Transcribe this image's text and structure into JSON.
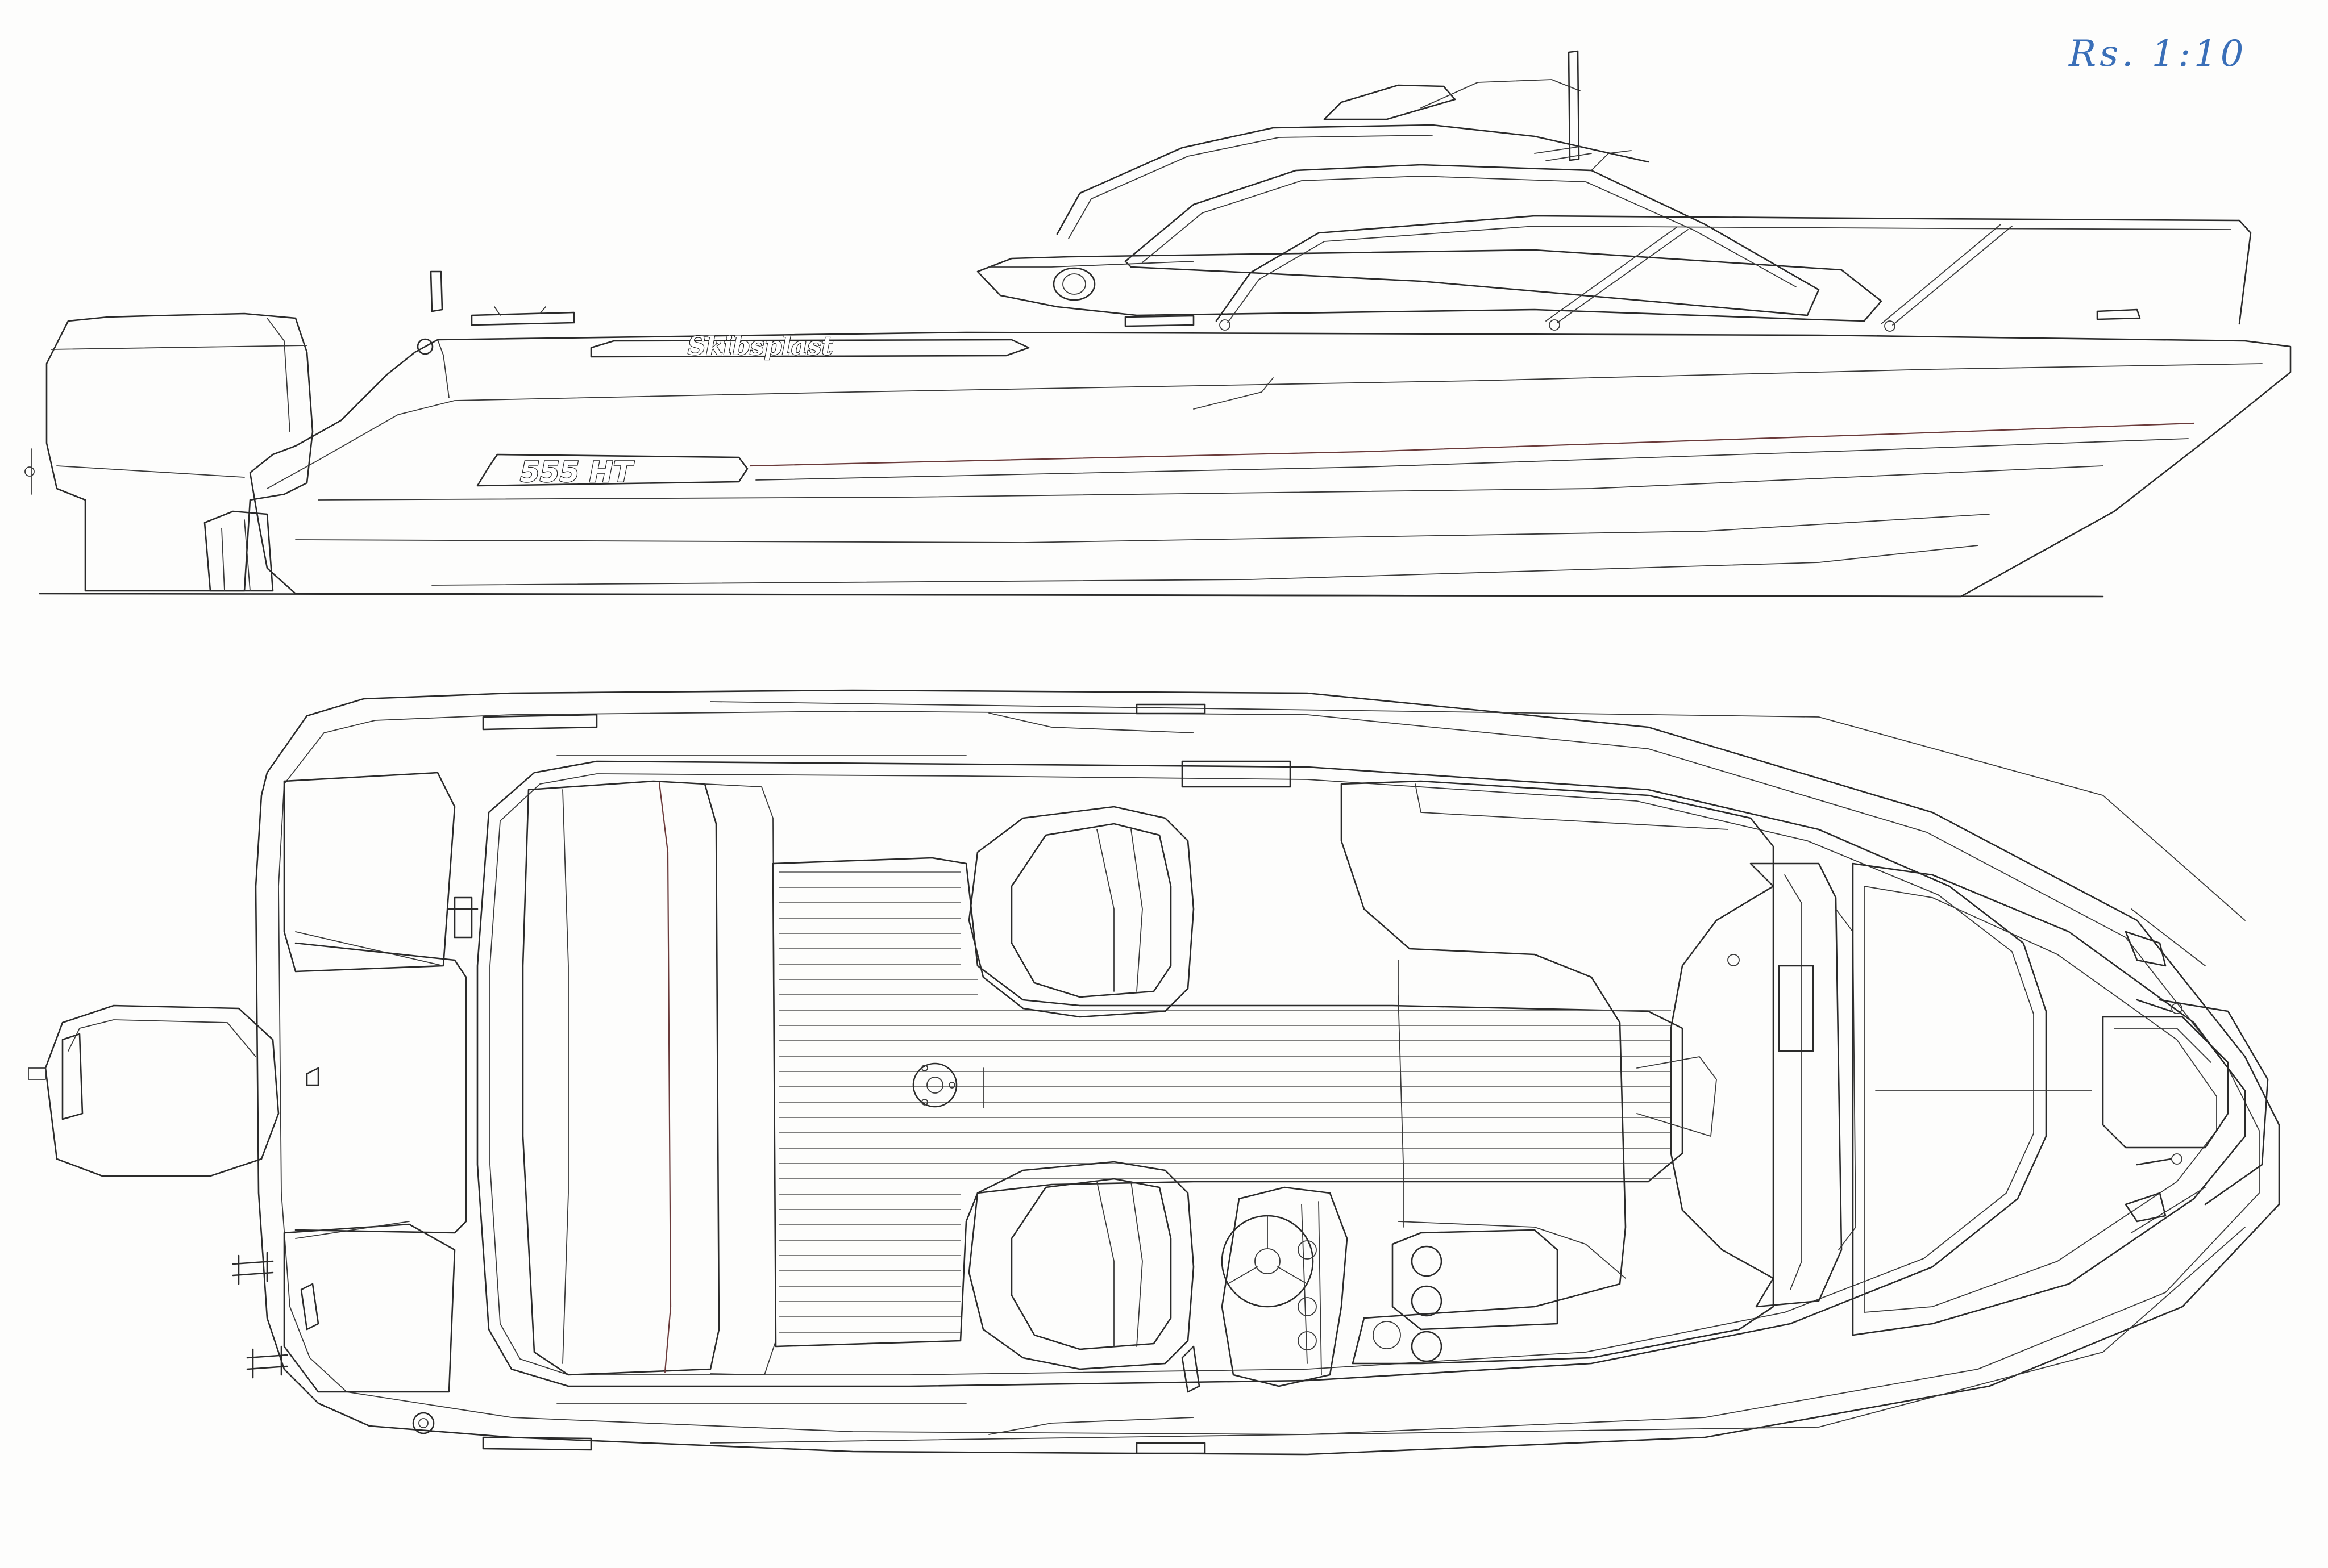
{
  "drawing": {
    "scale_note": "Rs.  1:10",
    "side_view": {
      "brand_decal": "Skibsplast",
      "model_decal": "555 HT"
    }
  },
  "colors": {
    "line": "#2a2a2a",
    "accent_stripe": "#6a3a3a",
    "scale_note_ink": "#3a6fb8",
    "paper": "#fdfdfc"
  }
}
